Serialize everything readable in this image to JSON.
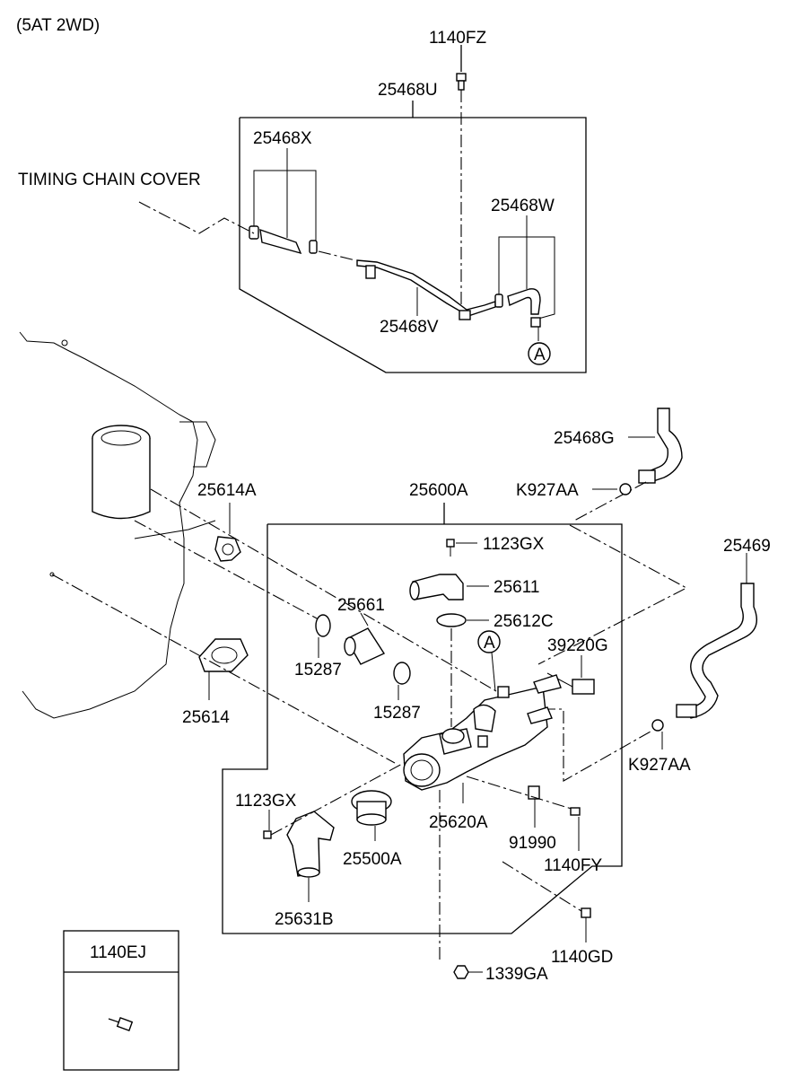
{
  "header": {
    "variant_label": "(5AT 2WD)"
  },
  "callouts": {
    "bolt_top": "1140FZ",
    "pipe_assembly": "25468U",
    "hose_x": "25468X",
    "timing_chain_cover": "TIMING CHAIN COVER",
    "hose_w": "25468W",
    "pipe_v": "25468V",
    "ref_a_upper": "A",
    "hose_g": "25468G",
    "clamp_upper": "K927AA",
    "gasket_a": "25614A",
    "housing_assembly": "25600A",
    "bolt_1123_top": "1123GX",
    "hose_25469": "25469",
    "pipe_25661": "25661",
    "fitting_25611": "25611",
    "oring_25612c": "25612C",
    "ref_a_lower": "A",
    "sensor": "39220G",
    "oring_15287_a": "15287",
    "oring_15287_b": "15287",
    "gasket_25614": "25614",
    "clamp_lower": "K927AA",
    "bolt_1123_left": "1123GX",
    "housing_25620a": "25620A",
    "thermostat": "25500A",
    "bracket_91990": "91990",
    "bolt_1140fy": "1140FY",
    "cover_25631b": "25631B",
    "bolt_1140gd": "1140GD",
    "nut_1339ga": "1339GA"
  },
  "legend_box": {
    "part_number": "1140EJ"
  }
}
